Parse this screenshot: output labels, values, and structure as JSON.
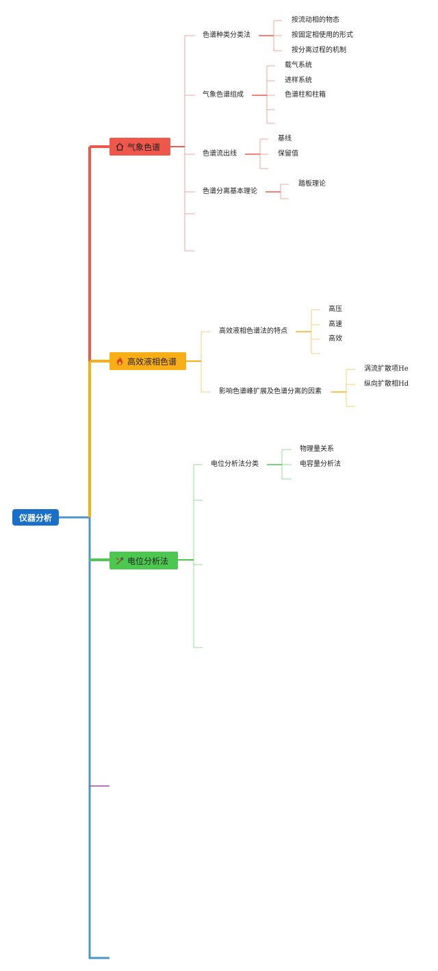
{
  "root": {
    "label": "仪器分析"
  },
  "branches": [
    {
      "label": "气象色谱",
      "icon": "home-icon",
      "color": "#f0574b",
      "children": [
        {
          "label": "色谱种类分类法",
          "children": [
            "按流动相的物态",
            "按固定相使用的形式",
            "按分离过程的机制"
          ]
        },
        {
          "label": "气象色谱组成",
          "children": [
            "载气系统",
            "进样系统",
            "色谱柱和柱箱"
          ]
        },
        {
          "label": "色谱流出线",
          "children": [
            "基线",
            "保留值"
          ]
        },
        {
          "label": "色谱分离基本理论",
          "children": [
            "踏板理论"
          ]
        }
      ]
    },
    {
      "label": "高效液相色谱",
      "icon": "fire-icon",
      "color": "#f9ae15",
      "children": [
        {
          "label": "高效液相色谱法的特点",
          "children": [
            "高压",
            "高速",
            "高效"
          ]
        },
        {
          "label": "影响色谱峰扩展及色谱分离的因素",
          "children": [
            "涡流扩散项He",
            "纵向扩散相Hd"
          ]
        }
      ]
    },
    {
      "label": "电位分析法",
      "icon": "hammer-icon",
      "color": "#4cc74f",
      "children": [
        {
          "label": "电位分析法分类",
          "children": [
            "物理量关系",
            "电容量分析法"
          ]
        }
      ]
    }
  ],
  "colors": {
    "root": "#1a6fc8",
    "trunk": "#4a94c9",
    "purple": "#9b4fa6"
  }
}
